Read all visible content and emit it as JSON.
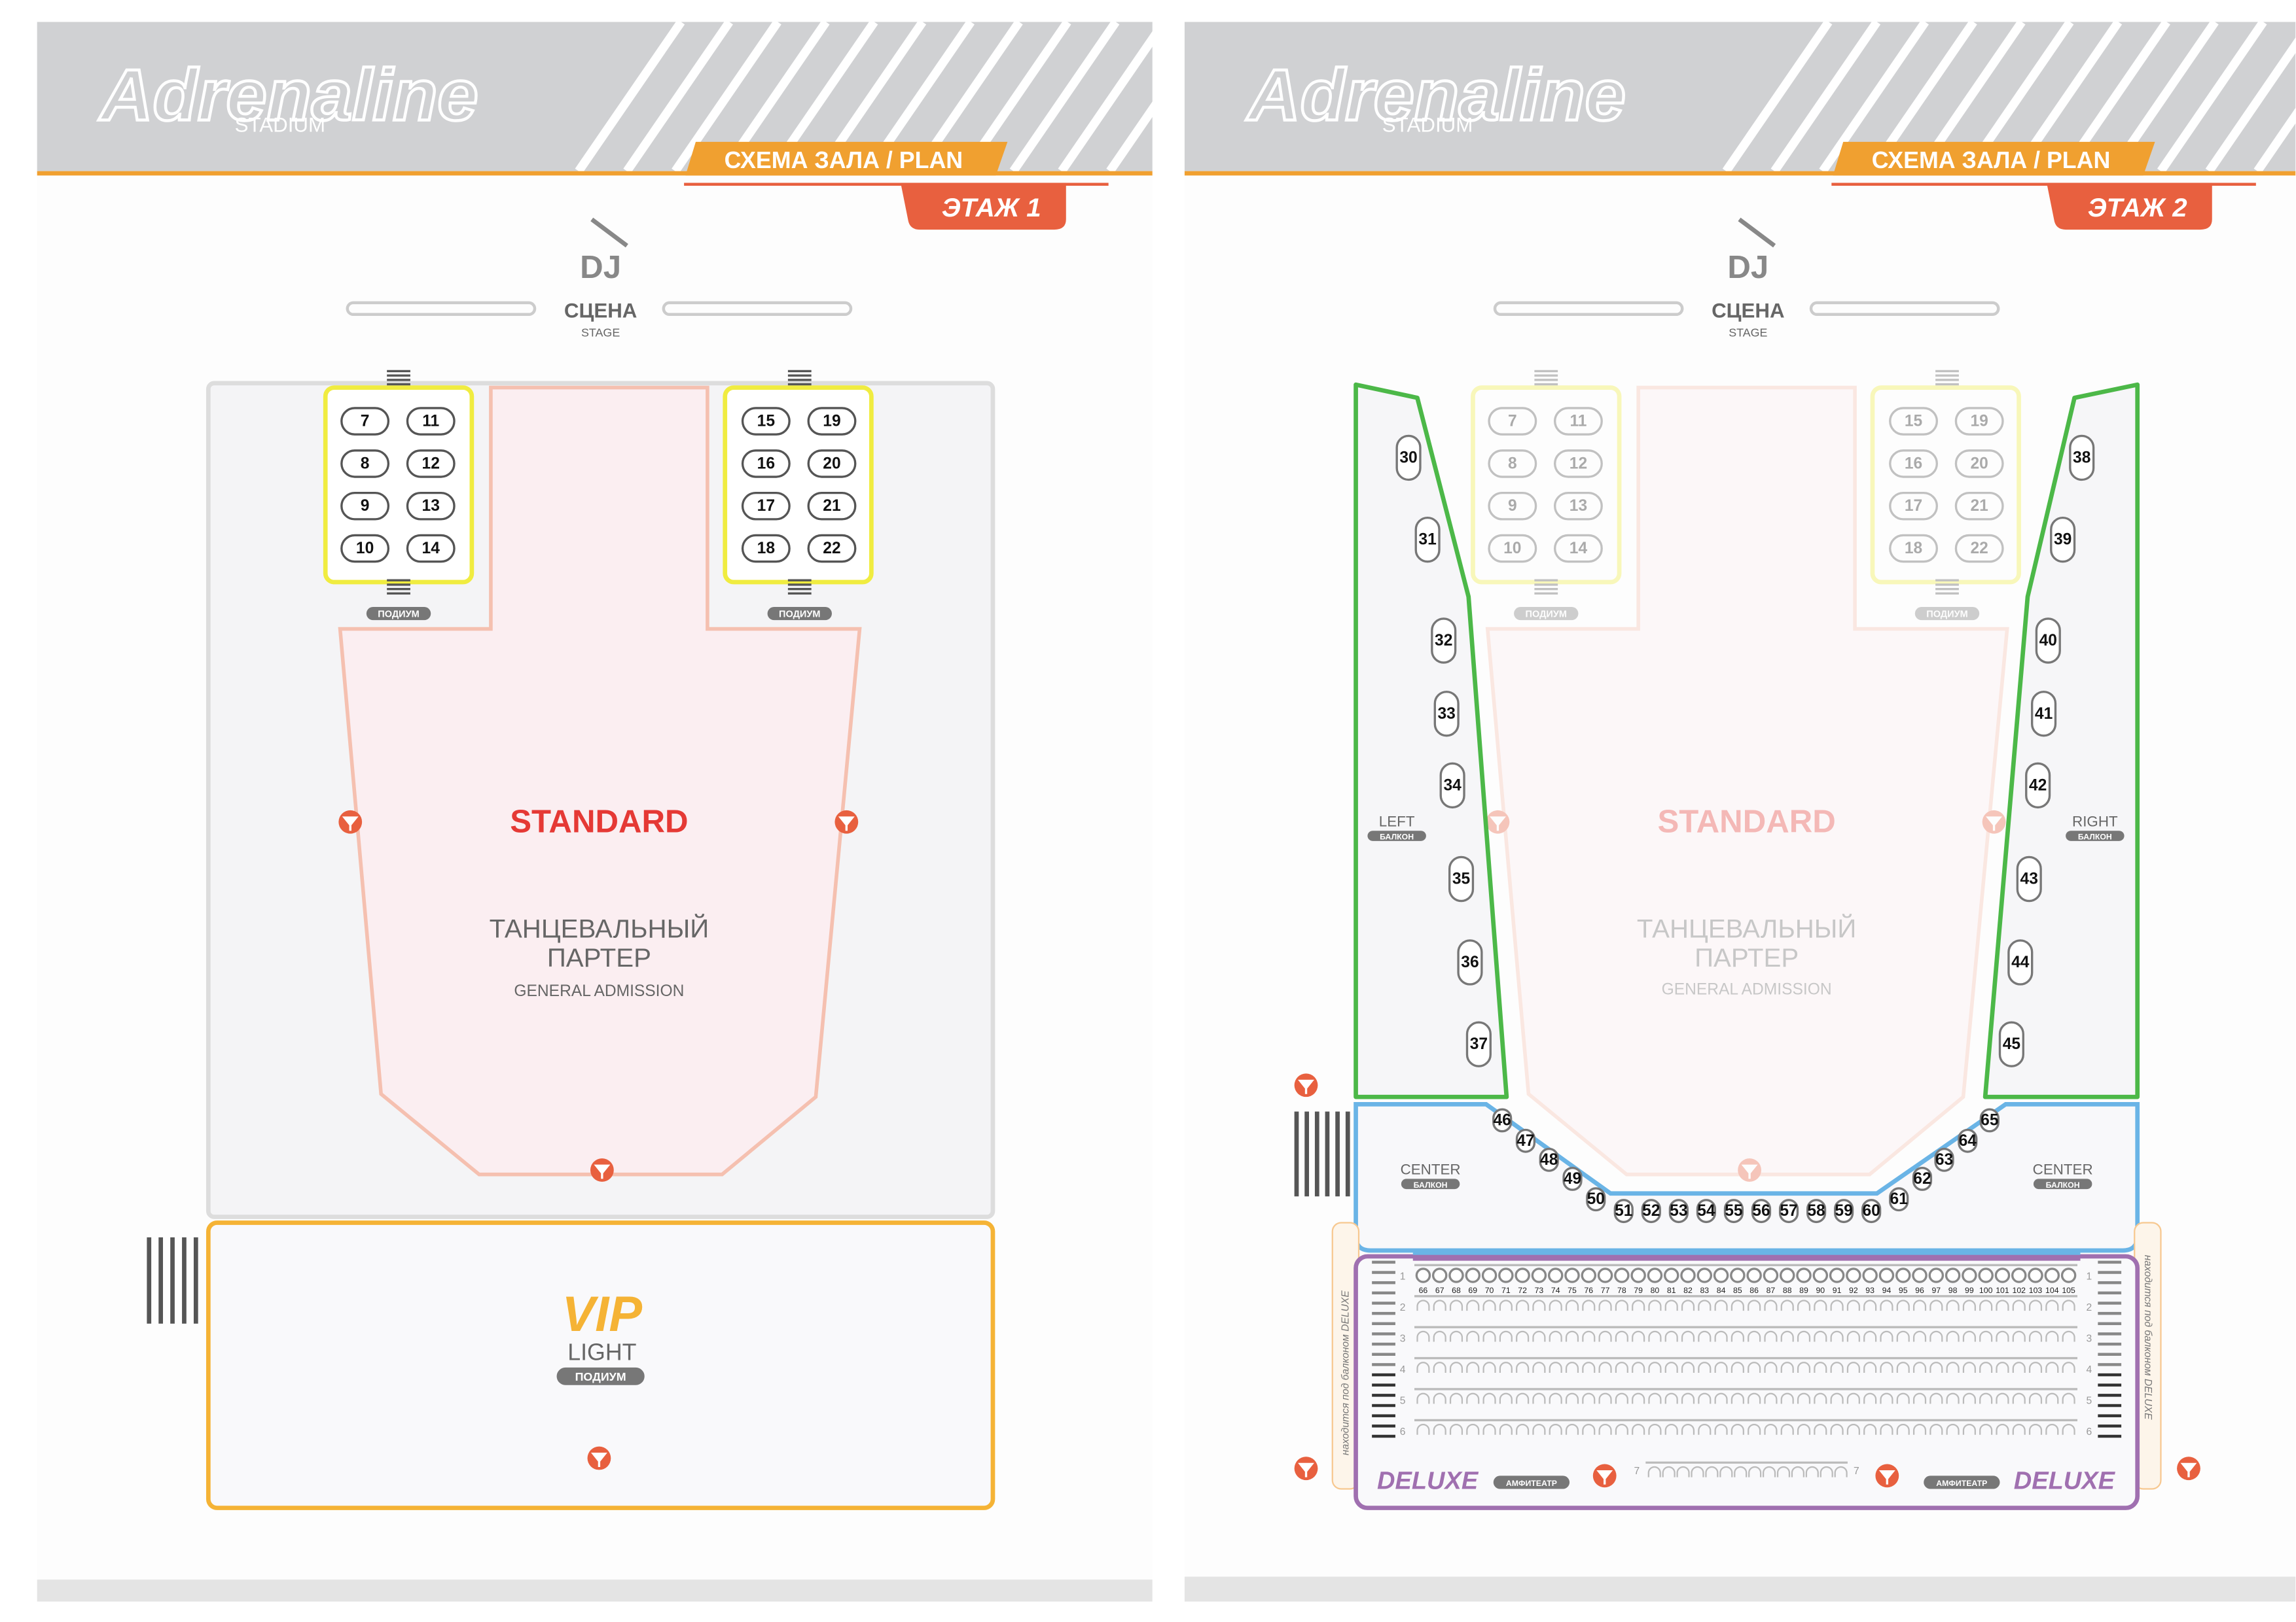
{
  "brand": {
    "logo_text": "Adrenaline",
    "logo_sub": "STADIUM"
  },
  "colors": {
    "orange": "#f0a030",
    "red": "#e8603f",
    "standard": "#e53935",
    "green": "#4cb848",
    "blue": "#6ab4e6",
    "purple": "#a070b0",
    "vip": "#f5b335",
    "grey": "#d0d1d3"
  },
  "floor1": {
    "plan_tab": "СХЕМА ЗАЛА / PLAN",
    "floor_tab": "ЭТАЖ 1",
    "dj": "DJ",
    "stage": "СЦЕНА",
    "stage_en": "STAGE",
    "podium": "ПОДИУМ",
    "standard": "STANDARD",
    "dance1": "ТАНЦЕВАЛЬНЫЙ",
    "dance2": "ПАРТЕР",
    "general": "GENERAL ADMISSION",
    "vip": "VIP",
    "light": "LIGHT",
    "vip_podium": "ПОДИУМ",
    "left_tables": [
      "7",
      "11",
      "8",
      "12",
      "9",
      "13",
      "10",
      "14"
    ],
    "right_tables": [
      "15",
      "19",
      "16",
      "20",
      "17",
      "21",
      "18",
      "22"
    ]
  },
  "floor2": {
    "plan_tab": "СХЕМА ЗАЛА / PLAN",
    "floor_tab": "ЭТАЖ 2",
    "dj": "DJ",
    "stage": "СЦЕНА",
    "stage_en": "STAGE",
    "podium": "ПОДИУМ",
    "standard": "STANDARD",
    "dance1": "ТАНЦЕВАЛЬНЫЙ",
    "dance2": "ПАРТЕР",
    "general": "GENERAL ADMISSION",
    "left_tables": [
      "7",
      "11",
      "8",
      "12",
      "9",
      "13",
      "10",
      "14"
    ],
    "right_tables": [
      "15",
      "19",
      "16",
      "20",
      "17",
      "21",
      "18",
      "22"
    ],
    "left_label": "LEFT",
    "right_label": "RIGHT",
    "center_label": "CENTER",
    "balcony": "БАЛКОН",
    "left_balcony_boxes": [
      "30",
      "31",
      "32",
      "33",
      "34",
      "35",
      "36",
      "37"
    ],
    "right_balcony_boxes": [
      "38",
      "39",
      "40",
      "41",
      "42",
      "43",
      "44",
      "45"
    ],
    "center_boxes": [
      "46",
      "47",
      "48",
      "49",
      "50",
      "51",
      "52",
      "53",
      "54",
      "55",
      "56",
      "57",
      "58",
      "59",
      "60",
      "61",
      "62",
      "63",
      "64",
      "65"
    ],
    "row1_seats": [
      "66",
      "67",
      "68",
      "69",
      "70",
      "71",
      "72",
      "73",
      "74",
      "75",
      "76",
      "77",
      "78",
      "79",
      "80",
      "81",
      "82",
      "83",
      "84",
      "85",
      "86",
      "87",
      "88",
      "89",
      "90",
      "91",
      "92",
      "93",
      "94",
      "95",
      "96",
      "97",
      "98",
      "99",
      "100",
      "101",
      "102",
      "103",
      "104",
      "105"
    ],
    "rows": [
      "1",
      "2",
      "3",
      "4",
      "5",
      "6"
    ],
    "row7": "7",
    "deluxe": "DELUXE",
    "amphitheatre": "АМФИТЕАТР",
    "side_note": "находится под балконом DELUXE"
  }
}
